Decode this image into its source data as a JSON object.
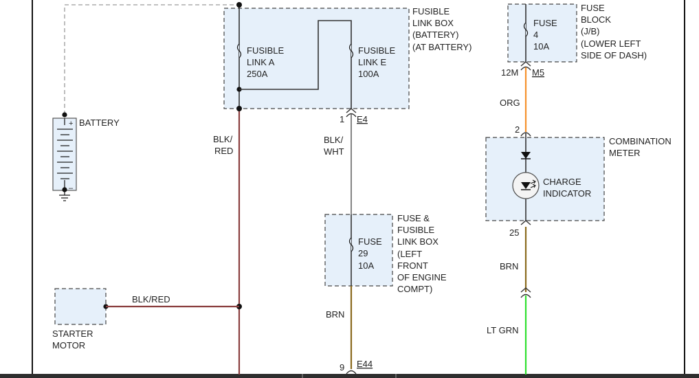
{
  "colors": {
    "blk_red": "#8a3e3e",
    "blk_wht": "#777777",
    "brn": "#8a6a1e",
    "org": "#f5922c",
    "lt_grn": "#2ee02e",
    "box_fill": "#e6f0fa",
    "frame": "#111111"
  },
  "battery": {
    "label": "BATTERY",
    "plus": "+",
    "minus": "–"
  },
  "fusible_link_box": {
    "lines": [
      "FUSIBLE",
      "LINK BOX",
      "(BATTERY)",
      "(AT BATTERY)"
    ],
    "link_a": [
      "FUSIBLE",
      "LINK A",
      "250A"
    ],
    "link_e": [
      "FUSIBLE",
      "LINK E",
      "100A"
    ]
  },
  "connector_e4": {
    "pin": "1",
    "name": "E4"
  },
  "wires": {
    "blk_red_main": [
      "BLK/",
      "RED"
    ],
    "blk_wht": [
      "BLK/",
      "WHT"
    ],
    "starter_wire": "BLK/RED",
    "brn_left": "BRN",
    "org": "ORG",
    "brn_right": "BRN",
    "lt_grn": "LT GRN"
  },
  "engine_box": {
    "lines": [
      "FUSE &",
      "FUSIBLE",
      "LINK BOX",
      "(LEFT",
      "FRONT",
      "OF ENGINE",
      "COMPT)"
    ],
    "fuse": [
      "FUSE",
      "29",
      "10A"
    ]
  },
  "connector_e44": {
    "pin": "9",
    "name": "E44"
  },
  "starter": {
    "lines": [
      "STARTER",
      "MOTOR"
    ]
  },
  "fuse_block": {
    "lines": [
      "FUSE",
      "BLOCK",
      "(J/B)",
      "(LOWER LEFT",
      "SIDE OF DASH)"
    ],
    "fuse": [
      "FUSE",
      "4",
      "10A"
    ]
  },
  "connector_m5": {
    "pin": "12M",
    "name": "M5"
  },
  "meter": {
    "lines": [
      "COMBINATION",
      "METER"
    ],
    "indicator": [
      "CHARGE",
      "INDICATOR"
    ],
    "pin_top": "2",
    "pin_bottom": "25"
  }
}
